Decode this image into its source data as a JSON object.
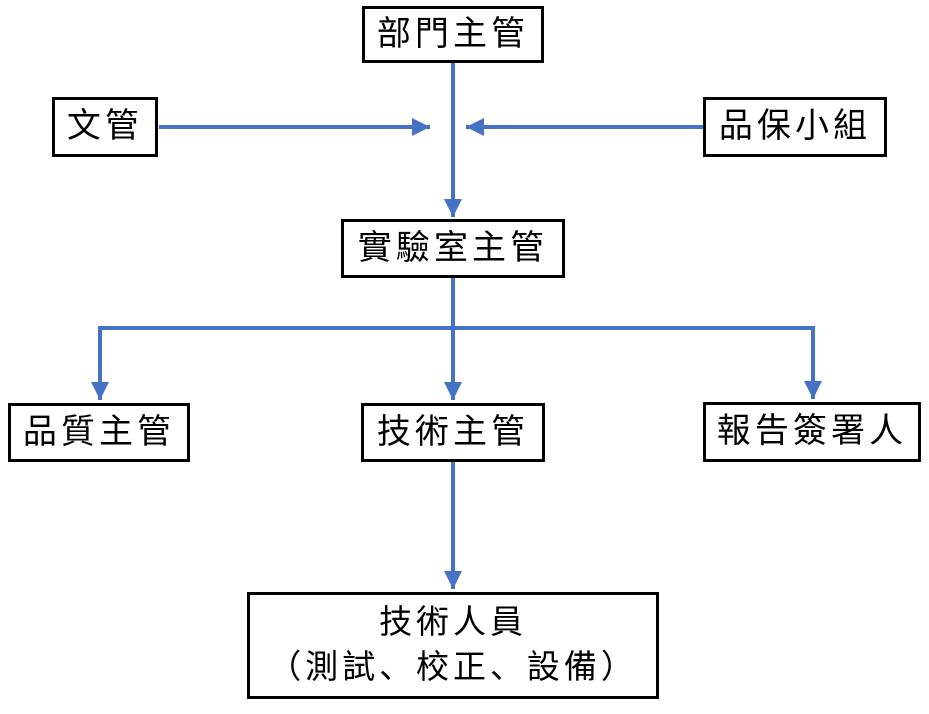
{
  "colors": {
    "connector": "#4472C4",
    "box_border": "#000000",
    "box_fill": "#FFFFFF",
    "background": "#FFFFFF"
  },
  "org_chart": {
    "nodes": {
      "dept_head": {
        "label": "部門主管"
      },
      "doc_control": {
        "label": "文管"
      },
      "qa_team": {
        "label": "品保小組"
      },
      "lab_head": {
        "label": "實驗室主管"
      },
      "quality_head": {
        "label": "品質主管"
      },
      "tech_head": {
        "label": "技術主管"
      },
      "report_signatory": {
        "label": "報告簽署人"
      },
      "tech_staff": {
        "line1": "技術人員",
        "line2": "（測試、校正、設備）"
      }
    },
    "edges": [
      {
        "from": "dept_head",
        "to": "lab_head"
      },
      {
        "from": "doc_control",
        "to": "dept_head-lab_head-connector"
      },
      {
        "from": "qa_team",
        "to": "dept_head-lab_head-connector"
      },
      {
        "from": "lab_head",
        "to": "quality_head"
      },
      {
        "from": "lab_head",
        "to": "tech_head"
      },
      {
        "from": "lab_head",
        "to": "report_signatory"
      },
      {
        "from": "tech_head",
        "to": "tech_staff"
      }
    ]
  }
}
